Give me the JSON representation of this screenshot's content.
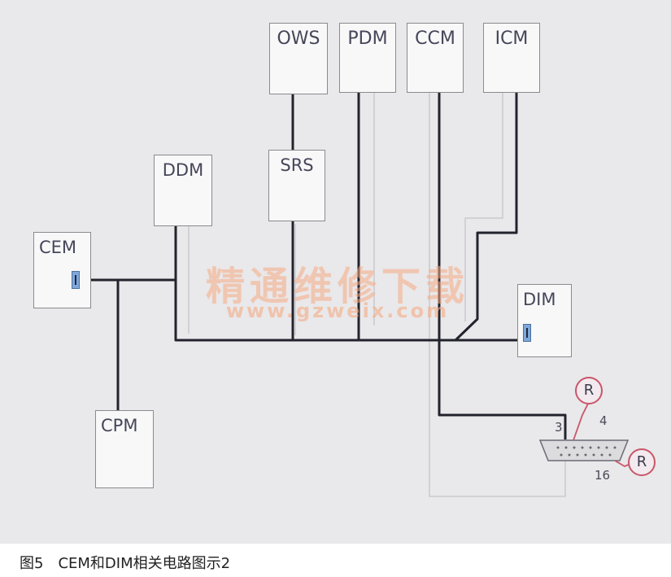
{
  "modules": {
    "ows": "OWS",
    "pdm": "PDM",
    "ccm": "CCM",
    "icm": "ICM",
    "ddm": "DDM",
    "srs": "SRS",
    "cem": "CEM",
    "dim": "DIM",
    "cpm": "CPM"
  },
  "obd": {
    "r_label_top": "R",
    "r_label_right": "R",
    "pin_3": "3",
    "pin_4": "4",
    "pin_16": "16"
  },
  "watermark": {
    "cn": "精通维修下载",
    "url": "www.gzweix.com"
  },
  "caption": "图5　CEM和DIM相关电路图示2",
  "colors": {
    "background": "#e9e8ea",
    "wire": "#23232e",
    "module_border": "#8a8a90",
    "connector": "#7fa8d8",
    "resistor_ring": "#c9566a",
    "watermark": "#f5aa82"
  }
}
